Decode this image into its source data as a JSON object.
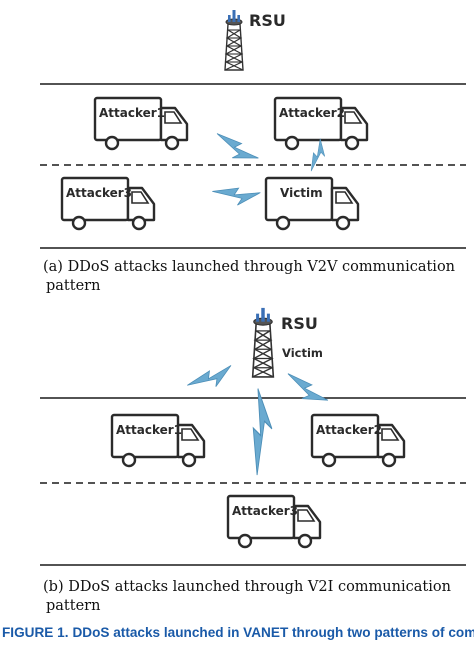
{
  "panel_a": {
    "rsu_label": "RSU",
    "vehicles": [
      "Attacker1",
      "Attacker2",
      "Attacker3",
      "Victim"
    ],
    "caption": "(a) DDoS attacks launched through V2V communication pattern"
  },
  "panel_b": {
    "rsu_label": "RSU",
    "victim_label": "Victim",
    "vehicles": [
      "Attacker1",
      "Attacker2",
      "Attacker3"
    ],
    "caption": "(b) DDoS attacks launched through V2I communication pattern"
  },
  "figure_caption": {
    "label": "FIGURE 1.",
    "text": "DDoS attacks launched in VANET through two patterns of communication."
  },
  "colors": {
    "road_line": "#1a1a1a",
    "truck_stroke": "#2b2b2b",
    "lightning": "#6aaad0",
    "caption_blue": "#1a5aa8"
  },
  "icons": [
    "tower-icon",
    "truck-icon",
    "lightning-icon"
  ]
}
